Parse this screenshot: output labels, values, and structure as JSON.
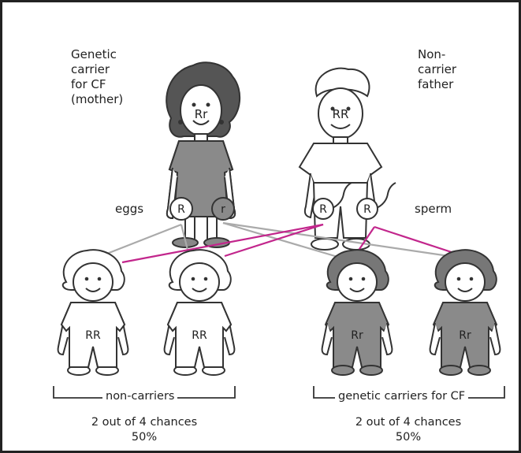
{
  "mother": {
    "label_lines": [
      "Genetic",
      "carrier",
      "for CF",
      "(mother)"
    ],
    "genotype": "Rr"
  },
  "father": {
    "label_lines": [
      "Non-",
      "carrier",
      "father"
    ],
    "genotype": "RR"
  },
  "gametes": {
    "eggs_label": "eggs",
    "eggs": [
      "R",
      "r"
    ],
    "sperm_label": "sperm",
    "sperm": [
      "R",
      "R"
    ]
  },
  "children": [
    {
      "genotype": "RR",
      "status": "non-carrier"
    },
    {
      "genotype": "RR",
      "status": "non-carrier"
    },
    {
      "genotype": "Rr",
      "status": "carrier"
    },
    {
      "genotype": "Rr",
      "status": "carrier"
    }
  ],
  "groups": [
    {
      "label": "non-carriers",
      "chance": "2 out of 4 chances",
      "percent": "50%"
    },
    {
      "label": "genetic carriers for CF",
      "chance": "2 out of 4 chances",
      "percent": "50%"
    }
  ],
  "colors": {
    "carrier_fill": "#8a8a8a",
    "noncarrier_fill": "#ffffff",
    "egg_line": "#aaaaaa",
    "sperm_line": "#c2268c",
    "outline": "#333333"
  }
}
